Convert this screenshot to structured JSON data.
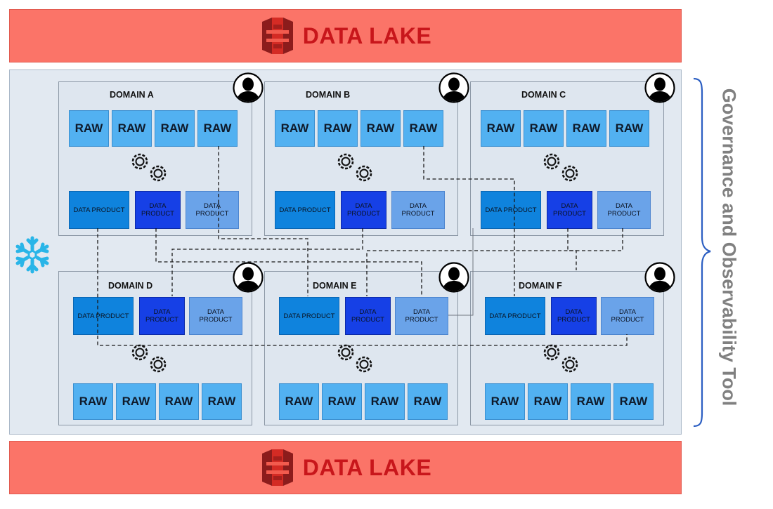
{
  "data_lake": {
    "title": "DATA LAKE"
  },
  "governance": {
    "label": "Governance and Observability Tool"
  },
  "icons": {
    "bucket": "s3-bucket-icon",
    "snowflake": "snowflake-icon",
    "user": "user-avatar-icon",
    "gears": "gears-icon"
  },
  "colors": {
    "lake_bg": "#fb7468",
    "lake_text": "#c8161b",
    "raw": "#52b1f1",
    "dp_primary": "#0f83dd",
    "dp_dark": "#1640e6",
    "dp_light": "#6aa3e9",
    "brace": "#2b5ec2"
  },
  "domains": [
    {
      "name": "DOMAIN A",
      "raw": [
        "RAW",
        "RAW",
        "RAW",
        "RAW"
      ],
      "products": [
        "DATA PRODUCT",
        "DATA PRODUCT",
        "DATA PRODUCT"
      ]
    },
    {
      "name": "DOMAIN B",
      "raw": [
        "RAW",
        "RAW",
        "RAW",
        "RAW"
      ],
      "products": [
        "DATA PRODUCT",
        "DATA PRODUCT",
        "DATA PRODUCT"
      ]
    },
    {
      "name": "DOMAIN C",
      "raw": [
        "RAW",
        "RAW",
        "RAW",
        "RAW"
      ],
      "products": [
        "DATA PRODUCT",
        "DATA PRODUCT",
        "DATA PRODUCT"
      ]
    },
    {
      "name": "DOMAIN D",
      "raw": [
        "RAW",
        "RAW",
        "RAW",
        "RAW"
      ],
      "products": [
        "DATA PRODUCT",
        "DATA PRODUCT",
        "DATA PRODUCT"
      ]
    },
    {
      "name": "DOMAIN E",
      "raw": [
        "RAW",
        "RAW",
        "RAW",
        "RAW"
      ],
      "products": [
        "DATA PRODUCT",
        "DATA PRODUCT",
        "DATA PRODUCT"
      ]
    },
    {
      "name": "DOMAIN F",
      "raw": [
        "RAW",
        "RAW",
        "RAW",
        "RAW"
      ],
      "products": [
        "DATA PRODUCT",
        "DATA PRODUCT",
        "DATA PRODUCT"
      ]
    }
  ]
}
